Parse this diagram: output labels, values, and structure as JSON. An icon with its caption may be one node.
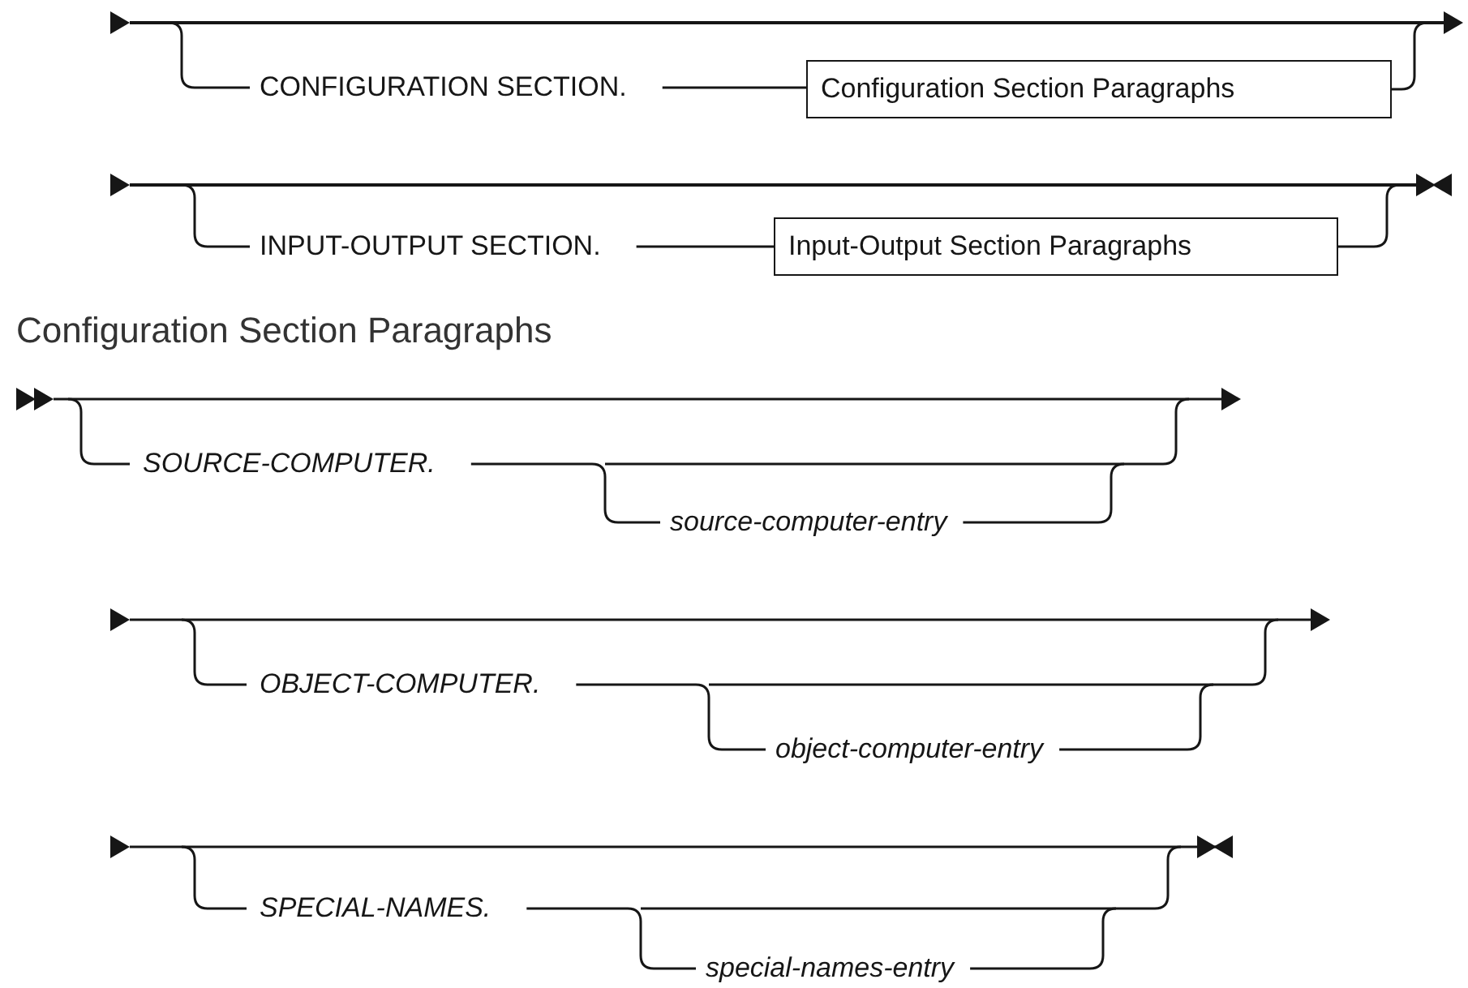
{
  "diagram": {
    "nodes": [
      {
        "text": [],
        "shape": "bar"
      },
      {
        "text": [
          "CONFIGURATION SECTION."
        ]
      },
      {
        "text": [
          "Configuration Section Paragraphs"
        ]
      },
      {
        "text": [],
        "shape": "bar"
      },
      {
        "text": [
          "INPUT-OUTPUT SECTION."
        ]
      },
      {
        "text": [
          "Input-Output Section Paragraphs"
        ]
      },
      {
        "text": [
          "SOURCE-COMPUTER."
        ]
      },
      {
        "text": [
          "source-computer-entry"
        ]
      },
      {
        "text": [
          "OBJECT-COMPUTER."
        ]
      },
      {
        "text": [
          "object-computer-entry"
        ]
      },
      {
        "text": [
          "SPECIAL-NAMES."
        ]
      },
      {
        "text": [
          "special-names-entry"
        ]
      }
    ],
    "edges": [
      {
        "from": 0,
        "to": 1,
        "arrow": "none"
      },
      {
        "from": 1,
        "to": 2,
        "arrow": "none"
      },
      {
        "from": 2,
        "to": 0,
        "arrow": "none"
      },
      {
        "from": 3,
        "to": 4,
        "arrow": "none"
      },
      {
        "from": 4,
        "to": 5,
        "arrow": "none"
      },
      {
        "from": 5,
        "to": 3,
        "arrow": "none"
      },
      {
        "from": 6,
        "to": 7,
        "arrow": "none"
      },
      {
        "from": 8,
        "to": 9,
        "arrow": "none"
      },
      {
        "from": 10,
        "to": 11,
        "arrow": "none"
      }
    ],
    "labels": [
      "Configuration Section Paragraphs"
    ]
  }
}
